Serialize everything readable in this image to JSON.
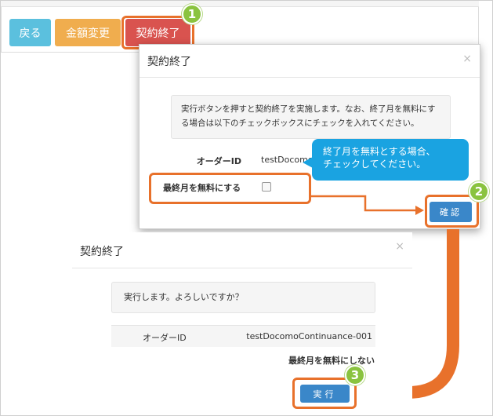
{
  "toolbar": {
    "back_label": "戻る",
    "amount_change_label": "金額変更",
    "contract_end_label": "契約終了"
  },
  "modal1": {
    "title": "契約終了",
    "close": "×",
    "note": "実行ボタンを押すと契約終了を実施します。なお、終了月を無料にする場合は以下のチェックボックスにチェックを入れてください。",
    "order_id_label": "オーダーID",
    "order_id_value": "testDocomoContinuance-001",
    "last_month_label": "最終月を無料にする",
    "confirm_label": "確認"
  },
  "tooltip": {
    "line1": "終了月を無料とする場合、",
    "line2": "チェックしてください。"
  },
  "modal2": {
    "title": "契約終了",
    "close": "×",
    "note": "実行します。よろしいですか？",
    "order_id_label": "オーダーID",
    "order_id_value": "testDocomoContinuance-001",
    "last_month_text": "最終月を無料にしない",
    "execute_label": "実行"
  },
  "steps": [
    "1",
    "2",
    "3"
  ],
  "colors": {
    "highlight": "#e8712b",
    "badge": "#8ac33f",
    "primary": "#3a87c9",
    "tooltip": "#1aa3e1"
  }
}
